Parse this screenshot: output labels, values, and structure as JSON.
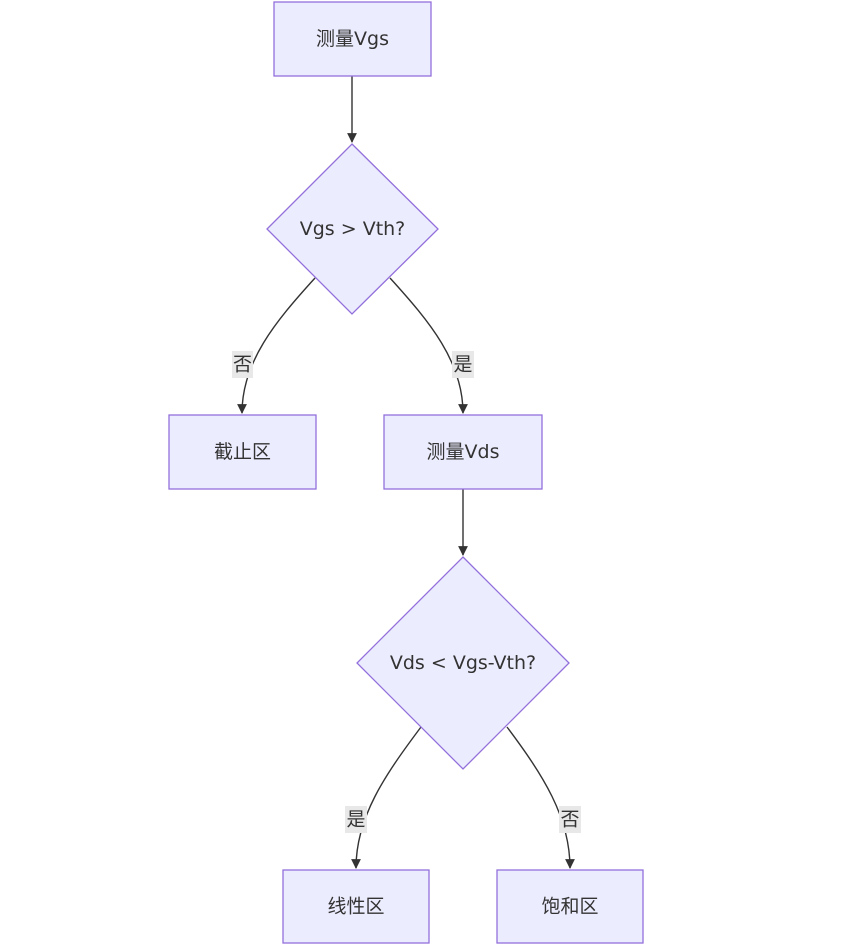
{
  "colors": {
    "node_fill": "#ECECFF",
    "node_stroke": "#9370DB",
    "edge": "#333333",
    "text": "#333333",
    "label_bg": "#E8E8E8"
  },
  "nodes": {
    "measure_vgs": {
      "label": "测量Vgs"
    },
    "vgs_gt_vth": {
      "label": "Vgs > Vth?"
    },
    "cutoff": {
      "label": "截止区"
    },
    "measure_vds": {
      "label": "测量Vds"
    },
    "vds_lt_vov": {
      "label": "Vds < Vgs-Vth?"
    },
    "linear": {
      "label": "线性区"
    },
    "saturation": {
      "label": "饱和区"
    }
  },
  "edges": {
    "vgs_no": {
      "label": "否"
    },
    "vgs_yes": {
      "label": "是"
    },
    "vds_yes": {
      "label": "是"
    },
    "vds_no": {
      "label": "否"
    }
  }
}
